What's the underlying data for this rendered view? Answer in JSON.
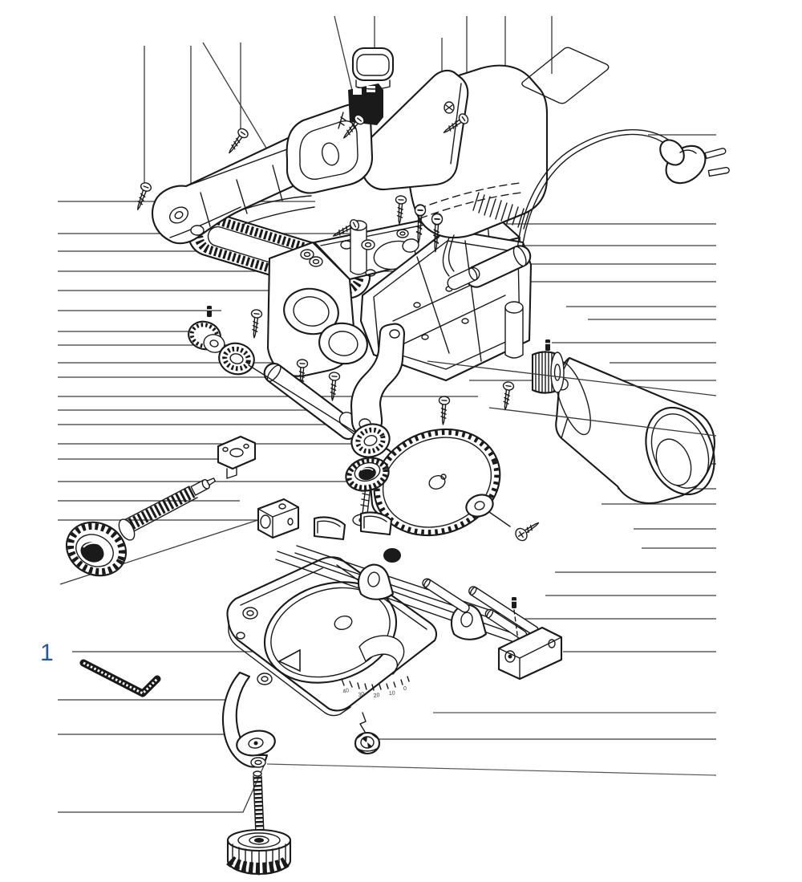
{
  "labels": {
    "part_number": "1"
  },
  "angle_scale": {
    "values": [
      "40",
      "30",
      "20",
      "10",
      "0"
    ]
  },
  "colors": {
    "line": "#1a1a1a",
    "callout": "#3a3a3a",
    "label_blue": "#2257a5",
    "background": "#ffffff"
  }
}
